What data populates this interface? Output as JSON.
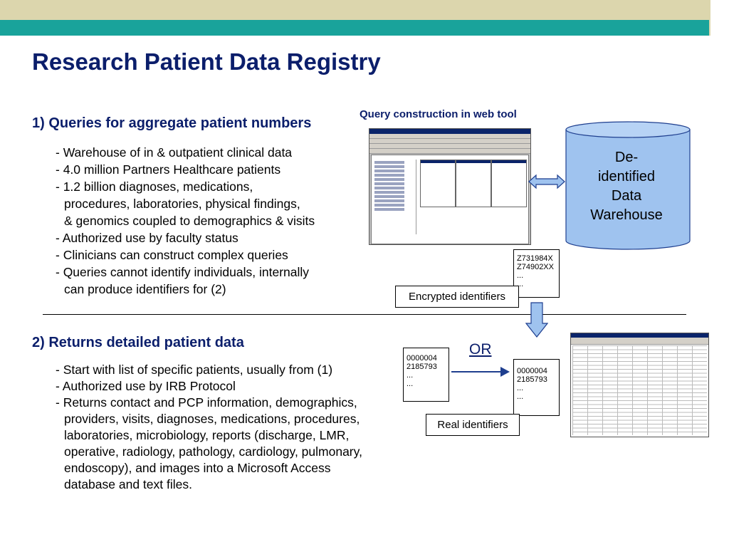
{
  "title": "Research Patient Data Registry",
  "section1": {
    "heading": "1) Queries for aggregate patient numbers",
    "bullets": [
      "- Warehouse of in & outpatient clinical data",
      "- 4.0 million Partners Healthcare patients",
      "- 1.2 billion diagnoses, medications,",
      "  procedures, laboratories, physical findings,",
      "  & genomics coupled to demographics & visits",
      "- Authorized use by faculty status",
      "- Clinicians can construct complex queries",
      "- Queries cannot identify individuals, internally",
      "  can produce identifiers for (2)"
    ]
  },
  "section2": {
    "heading": "2) Returns detailed patient data",
    "bullets": [
      "- Start with list of specific patients, usually from (1)",
      "- Authorized use by IRB Protocol",
      "- Returns contact and PCP information, demographics,",
      "  providers, visits, diagnoses, medications, procedures,",
      "  laboratories, microbiology, reports (discharge, LMR,",
      "  operative, radiology, pathology, cardiology, pulmonary,",
      "  endoscopy), and images into a Microsoft Access",
      "  database and text files."
    ]
  },
  "diagram": {
    "query_caption": "Query construction in web  tool",
    "warehouse_label": [
      "De-",
      "identified",
      "Data",
      "Warehouse"
    ],
    "encrypted_ids": [
      "Z731984X",
      "Z74902XX",
      "...",
      "..."
    ],
    "encrypted_label": "Encrypted identifiers",
    "or_label": "OR",
    "real_ids_left": [
      "0000004",
      "2185793",
      "...",
      "..."
    ],
    "real_ids_right": [
      "0000004",
      "2185793",
      "...",
      "..."
    ],
    "real_label": "Real identifiers"
  },
  "colors": {
    "title": "#0b1e6b",
    "band_top": "#dcd6ad",
    "band_teal": "#19a39b",
    "cylinder": "#9fc3ef"
  }
}
